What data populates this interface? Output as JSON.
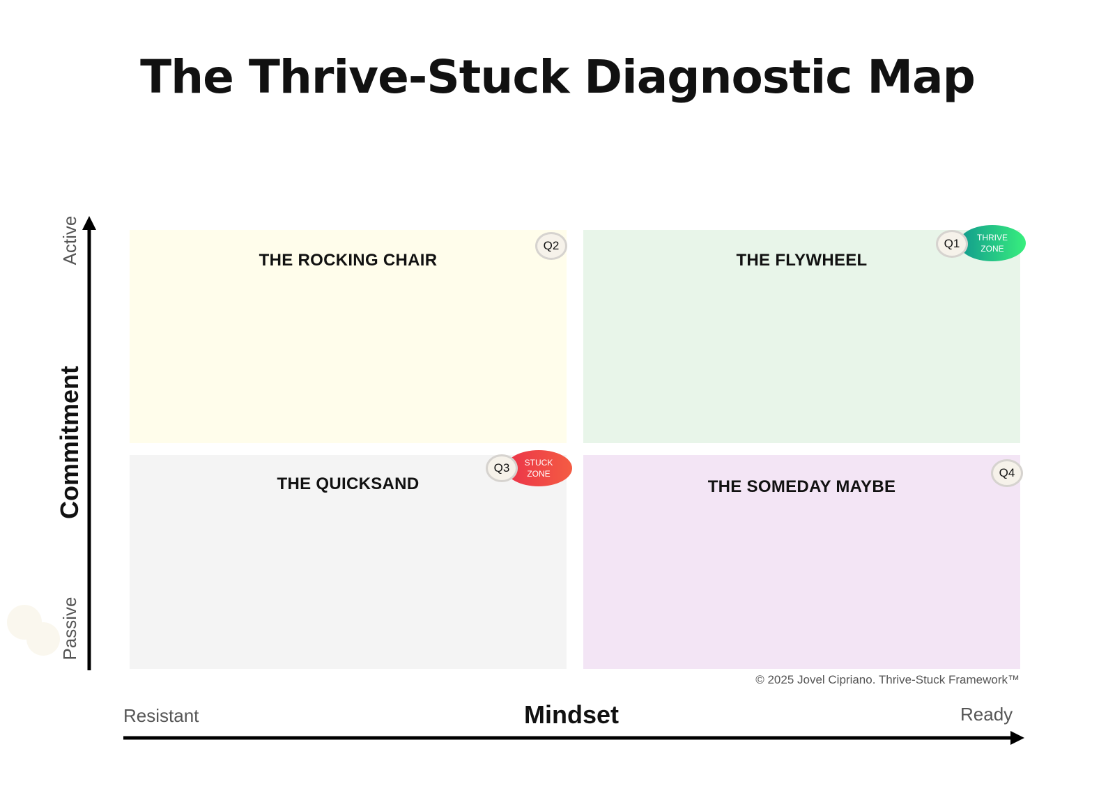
{
  "title": "The Thrive-Stuck Diagnostic Map",
  "y_axis": {
    "title": "Commitment",
    "high_label": "Active",
    "low_label": "Passive"
  },
  "x_axis": {
    "title": "Mindset",
    "low_label": "Resistant",
    "high_label": "Ready"
  },
  "quadrants": {
    "rocking_chair": {
      "label": "THE ROCKING CHAIR",
      "badge": "Q2",
      "color": "#fffdeb"
    },
    "flywheel": {
      "label": "THE FLYWHEEL",
      "badge": "Q1",
      "color": "#e8f5e9",
      "zone": {
        "line1": "THRIVE",
        "line2": "ZONE",
        "gradient_start": "#11998e",
        "gradient_end": "#38ef7d"
      }
    },
    "quicksand": {
      "label": "THE QUICKSAND",
      "badge": "Q3",
      "color": "#f4f4f4",
      "zone": {
        "line1": "STUCK",
        "line2": "ZONE",
        "gradient_start": "#eb3349",
        "gradient_end": "#f45c43"
      }
    },
    "someday_maybe": {
      "label": "THE SOMEDAY MAYBE",
      "badge": "Q4",
      "color": "#f3e5f5"
    }
  },
  "copyright": "© 2025 Jovel Cipriano. Thrive-Stuck Framework™",
  "colors": {
    "axis": "#000000",
    "text_dark": "#111111",
    "text_muted": "#555555"
  }
}
